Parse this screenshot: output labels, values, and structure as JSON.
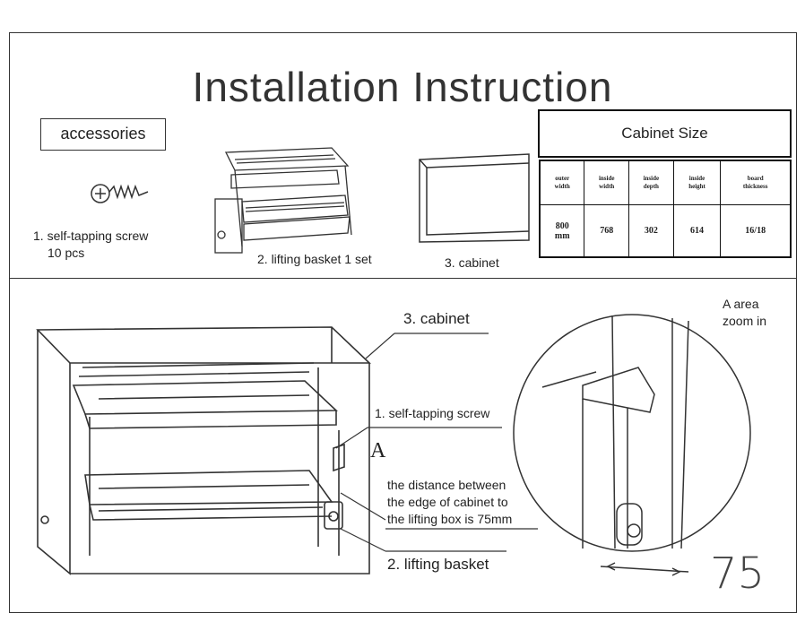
{
  "title": "Installation Instruction",
  "accessories": {
    "heading": "accessories",
    "item1_line1": "1. self-tapping screw",
    "item1_line2": "10 pcs",
    "item2": "2. lifting basket 1 set",
    "item3": "3. cabinet"
  },
  "cabinet_size": {
    "title": "Cabinet Size",
    "headers": [
      [
        "outer",
        "width"
      ],
      [
        "inside",
        "width"
      ],
      [
        "inside",
        "depth"
      ],
      [
        "inside",
        "height"
      ],
      [
        "board",
        "thickness"
      ]
    ],
    "values": [
      [
        "800",
        "mm"
      ],
      [
        "768"
      ],
      [
        "302"
      ],
      [
        "614"
      ],
      [
        "16/18"
      ]
    ]
  },
  "diagram": {
    "label_cabinet": "3. cabinet",
    "label_screw": "1. self-tapping screw",
    "marker_a": "A",
    "note_line1": "the distance between",
    "note_line2": "the edge of cabinet to",
    "note_line3": "the lifting box is 75mm",
    "label_basket": "2. lifting basket",
    "zoom_line1": "A area",
    "zoom_line2": "zoom in",
    "dimension": "75"
  }
}
